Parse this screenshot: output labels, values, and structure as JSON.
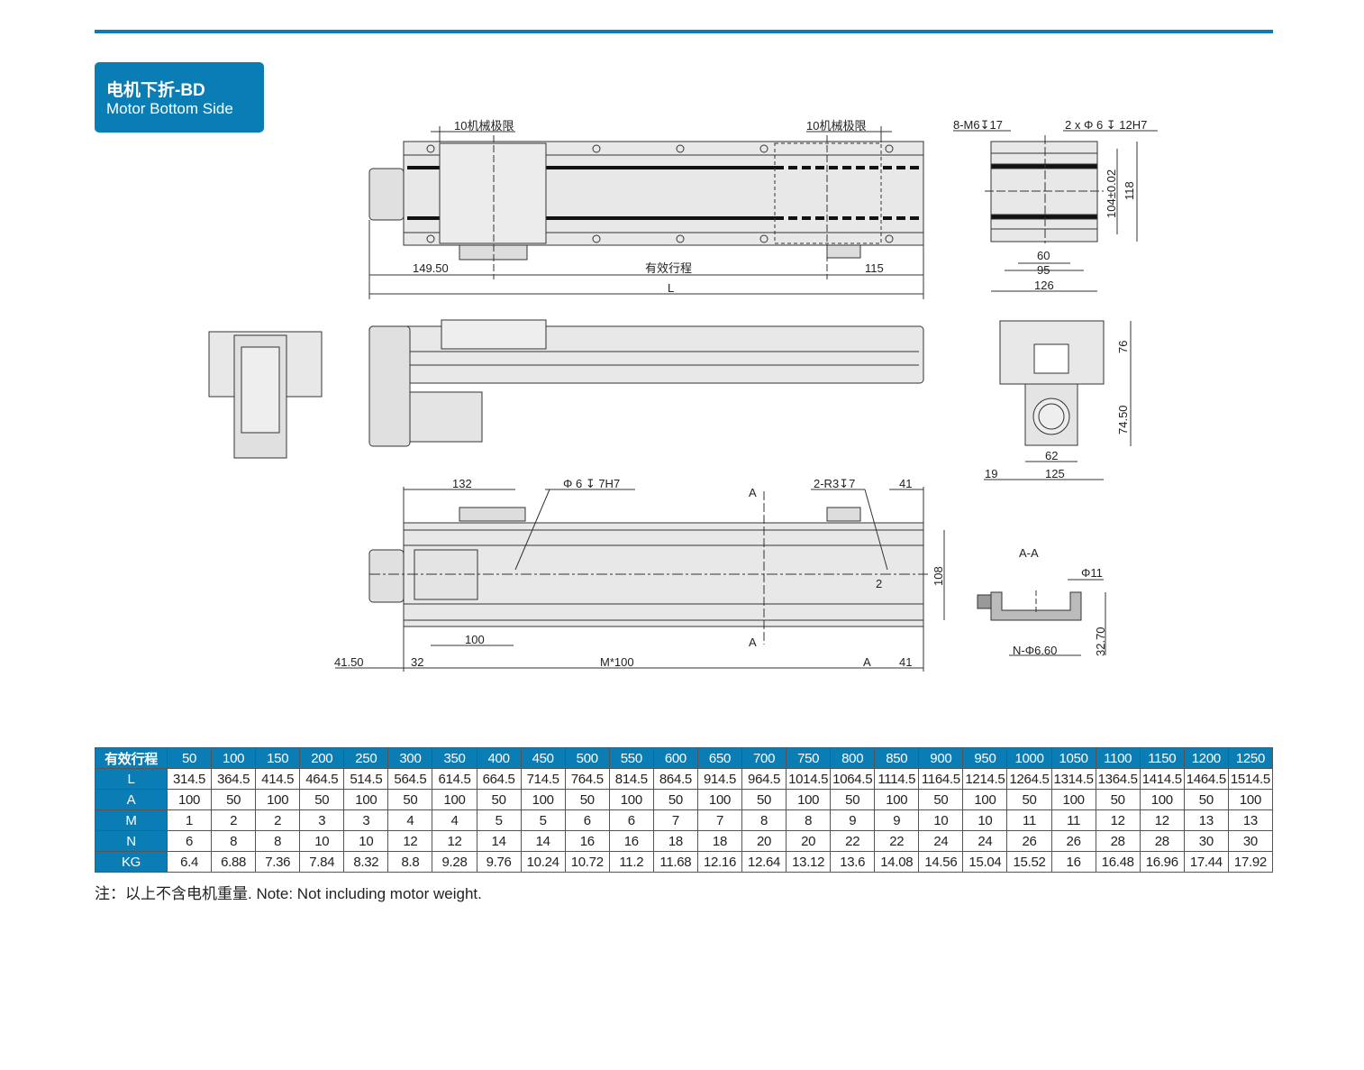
{
  "header": {
    "title_cn": "电机下折-BD",
    "title_en": "Motor Bottom Side"
  },
  "drawing": {
    "top_view": {
      "limit_left": "10机械极限",
      "limit_right": "10机械极限",
      "dim_left": "149.50",
      "dim_stroke": "有效行程",
      "dim_right": "115",
      "dim_total": "L"
    },
    "end_view_top": {
      "holes_m6": "8-M6↧17",
      "holes_pin": "2 x Φ 6 ↧ 12H7",
      "dim_104": "104±0.02",
      "dim_118": "118",
      "dim_60": "60",
      "dim_95": "95",
      "dim_126": "126"
    },
    "end_view_mid": {
      "dim_76": "76",
      "dim_7450": "74.50",
      "dim_62": "62",
      "dim_125": "125",
      "dim_19": "19"
    },
    "bottom_view": {
      "dim_132": "132",
      "pin_hole": "Φ 6 ↧ 7H7",
      "section_a_top": "A",
      "section_a_bottom": "A",
      "r3": "2-R3↧7",
      "dim_41_top": "41",
      "dim_108": "108",
      "dim_100": "100",
      "dim_4150": "41.50",
      "dim_32": "32",
      "dim_m100": "M*100",
      "dim_a": "A",
      "dim_41_bottom": "41",
      "dim_2": "2"
    },
    "section": {
      "title": "A-A",
      "dim_11": "Φ11",
      "holes": "N-Φ6.60",
      "dim_3270": "32.70"
    }
  },
  "table": {
    "row_headers": [
      "有效行程",
      "L",
      "A",
      "M",
      "N",
      "KG"
    ],
    "stroke": [
      "50",
      "100",
      "150",
      "200",
      "250",
      "300",
      "350",
      "400",
      "450",
      "500",
      "550",
      "600",
      "650",
      "700",
      "750",
      "800",
      "850",
      "900",
      "950",
      "1000",
      "1050",
      "1100",
      "1150",
      "1200",
      "1250"
    ],
    "L": [
      "314.5",
      "364.5",
      "414.5",
      "464.5",
      "514.5",
      "564.5",
      "614.5",
      "664.5",
      "714.5",
      "764.5",
      "814.5",
      "864.5",
      "914.5",
      "964.5",
      "1014.5",
      "1064.5",
      "1114.5",
      "1164.5",
      "1214.5",
      "1264.5",
      "1314.5",
      "1364.5",
      "1414.5",
      "1464.5",
      "1514.5"
    ],
    "A": [
      "100",
      "50",
      "100",
      "50",
      "100",
      "50",
      "100",
      "50",
      "100",
      "50",
      "100",
      "50",
      "100",
      "50",
      "100",
      "50",
      "100",
      "50",
      "100",
      "50",
      "100",
      "50",
      "100",
      "50",
      "100"
    ],
    "M": [
      "1",
      "2",
      "2",
      "3",
      "3",
      "4",
      "4",
      "5",
      "5",
      "6",
      "6",
      "7",
      "7",
      "8",
      "8",
      "9",
      "9",
      "10",
      "10",
      "11",
      "11",
      "12",
      "12",
      "13",
      "13"
    ],
    "N": [
      "6",
      "8",
      "8",
      "10",
      "10",
      "12",
      "12",
      "14",
      "14",
      "16",
      "16",
      "18",
      "18",
      "20",
      "20",
      "22",
      "22",
      "24",
      "24",
      "26",
      "26",
      "28",
      "28",
      "30",
      "30"
    ],
    "KG": [
      "6.4",
      "6.88",
      "7.36",
      "7.84",
      "8.32",
      "8.8",
      "9.28",
      "9.76",
      "10.24",
      "10.72",
      "11.2",
      "11.68",
      "12.16",
      "12.64",
      "13.12",
      "13.6",
      "14.08",
      "14.56",
      "15.04",
      "15.52",
      "16",
      "16.48",
      "16.96",
      "17.44",
      "17.92"
    ]
  },
  "note": "注：以上不含电机重量. Note: Not including motor weight."
}
